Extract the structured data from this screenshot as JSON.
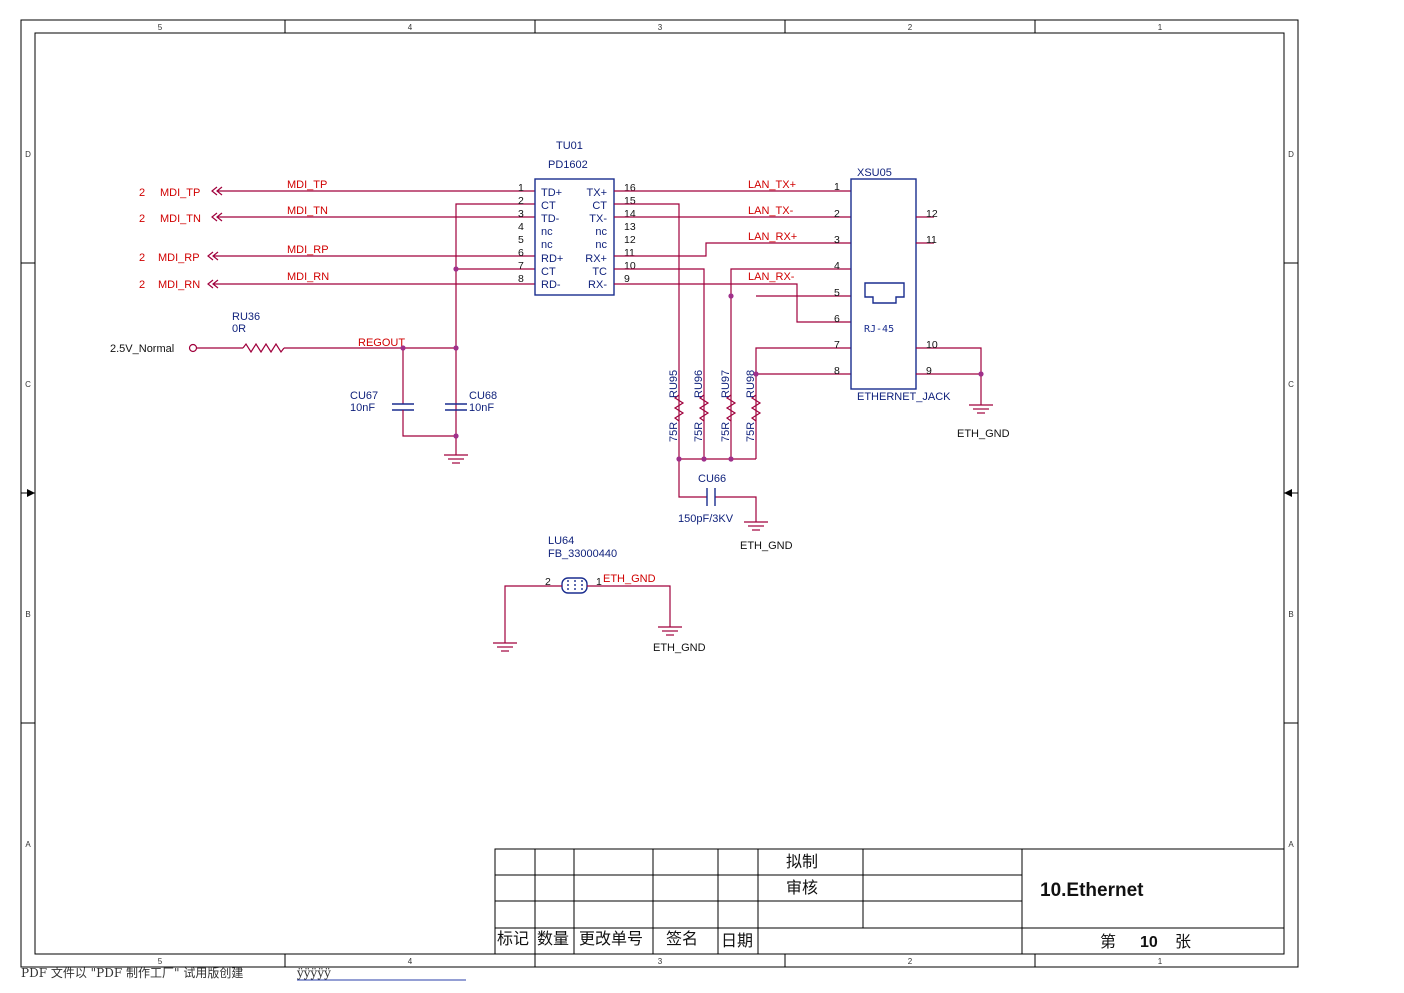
{
  "grid": {
    "cols": [
      "5",
      "4",
      "3",
      "2",
      "1"
    ],
    "rows": [
      "D",
      "C",
      "B",
      "A"
    ]
  },
  "offpage": [
    {
      "sheet": "2",
      "net": "MDI_TP"
    },
    {
      "sheet": "2",
      "net": "MDI_TN"
    },
    {
      "sheet": "2",
      "net": "MDI_RP"
    },
    {
      "sheet": "2",
      "net": "MDI_RN"
    }
  ],
  "nets": {
    "mdi": [
      "MDI_TP",
      "MDI_TN",
      "MDI_RP",
      "MDI_RN"
    ],
    "lan": [
      "LAN_TX+",
      "LAN_TX-",
      "LAN_RX+",
      "LAN_RX-"
    ],
    "regout": "REGOUT",
    "eth_gnd_lu": "ETH_GND",
    "power": "2.5V_Normal"
  },
  "transformer": {
    "ref": "TU01",
    "part": "PD1602",
    "left_pins": [
      {
        "num": "1",
        "name": "TD+"
      },
      {
        "num": "2",
        "name": "CT"
      },
      {
        "num": "3",
        "name": "TD-"
      },
      {
        "num": "4",
        "name": "nc"
      },
      {
        "num": "5",
        "name": "nc"
      },
      {
        "num": "6",
        "name": "RD+"
      },
      {
        "num": "7",
        "name": "CT"
      },
      {
        "num": "8",
        "name": "RD-"
      }
    ],
    "right_pins": [
      {
        "num": "16",
        "name": "TX+"
      },
      {
        "num": "15",
        "name": "CT"
      },
      {
        "num": "14",
        "name": "TX-"
      },
      {
        "num": "13",
        "name": "nc"
      },
      {
        "num": "12",
        "name": "nc"
      },
      {
        "num": "11",
        "name": "RX+"
      },
      {
        "num": "10",
        "name": "TC"
      },
      {
        "num": "9",
        "name": "RX-"
      }
    ]
  },
  "jack": {
    "ref": "XSU05",
    "part": "ETHERNET_JACK",
    "inner": "RJ-45",
    "left_pins": [
      "1",
      "2",
      "3",
      "4",
      "5",
      "6",
      "7",
      "8"
    ],
    "right_pins": [
      "12",
      "11",
      "10",
      "9"
    ]
  },
  "ru36": {
    "ref": "RU36",
    "value": "0R"
  },
  "cu67": {
    "ref": "CU67",
    "value": "10nF"
  },
  "cu68": {
    "ref": "CU68",
    "value": "10nF"
  },
  "terminations": [
    {
      "ref": "RU95",
      "value": "75R"
    },
    {
      "ref": "RU96",
      "value": "75R"
    },
    {
      "ref": "RU97",
      "value": "75R"
    },
    {
      "ref": "RU98",
      "value": "75R"
    }
  ],
  "cu66": {
    "ref": "CU66",
    "value": "150pF/3KV"
  },
  "lu64": {
    "ref": "LU64",
    "part": "FB_33000440",
    "pin_left": "2",
    "pin_right": "1"
  },
  "gnd_labels": {
    "jack": "ETH_GND",
    "cap": "ETH_GND",
    "bead": "ETH_GND"
  },
  "title_block": {
    "draft": "拟制",
    "review": "审核",
    "headers": [
      "标记",
      "数量",
      "更改单号",
      "签名",
      "日期"
    ],
    "title": "10.Ethernet",
    "sheet_prefix": "第",
    "sheet_num": "10",
    "sheet_suffix": "张"
  },
  "footer": {
    "text": "PDF 文件以 \"PDF 制作工厂\" 试用版创建",
    "link": "ÿÿÿÿÿ"
  }
}
